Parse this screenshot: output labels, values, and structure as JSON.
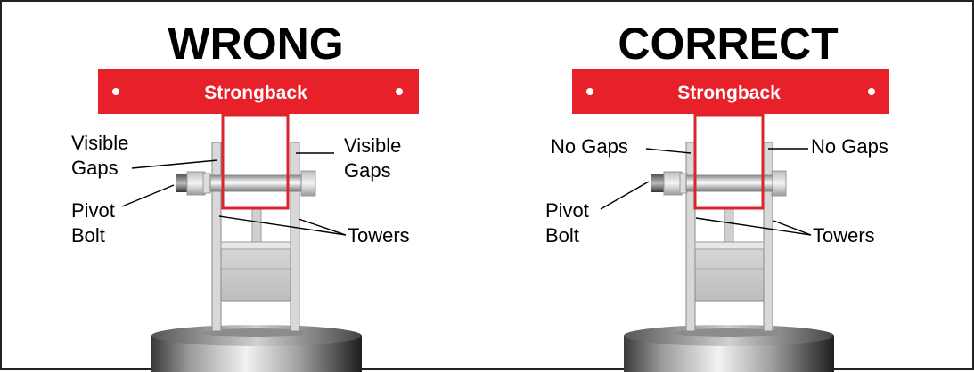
{
  "panels": [
    {
      "title": "WRONG",
      "strongback_label": "Strongback",
      "labels": {
        "gaps_left": [
          "Visible",
          "Gaps"
        ],
        "gaps_right": [
          "Visible",
          "Gaps"
        ],
        "pivot": [
          "Pivot",
          "Bolt"
        ],
        "towers": "Towers"
      }
    },
    {
      "title": "CORRECT",
      "strongback_label": "Strongback",
      "labels": {
        "gaps_left": [
          "No Gaps"
        ],
        "gaps_right": [
          "No Gaps"
        ],
        "pivot": [
          "Pivot",
          "Bolt"
        ],
        "towers": "Towers"
      }
    }
  ],
  "colors": {
    "strongback": "#e8202a",
    "outline": "#d9252b",
    "tower": "#d8d8d8",
    "text": "#000000"
  }
}
